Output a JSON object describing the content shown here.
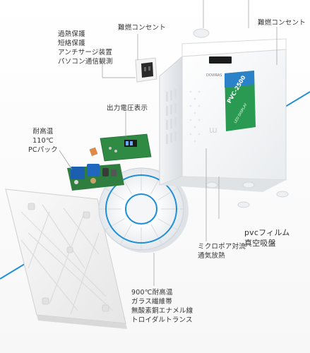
{
  "labels": {
    "socket_top": "難燃コンセント",
    "socket_right": "難燃コンセント",
    "protection": [
      "過熱保護",
      "短絡保護",
      "アンチサージ装置",
      "パソコン通信観測"
    ],
    "display": "出力電圧表示",
    "housing": [
      "耐高温",
      "110℃",
      "PCパック"
    ],
    "ventilation": [
      "ミクロポア対流",
      "通気放熱"
    ],
    "film": [
      "pvcフィルム",
      "真空吸盤"
    ],
    "transformer": [
      "900℃耐高温",
      "ガラス繊維帯",
      "無酸素銅エナメル線",
      "トロイダルトランス"
    ]
  },
  "device": {
    "brand_mark": "DOVIRAS",
    "model_badge": "PVC-2500",
    "badge_stripe": "LED DISPLAY"
  },
  "colors": {
    "accent_blue": "#1e8fd8",
    "leader_line": "#9a9a9a",
    "badge_green": "#2f9a4b",
    "pcb_green": "#2f8a44"
  }
}
